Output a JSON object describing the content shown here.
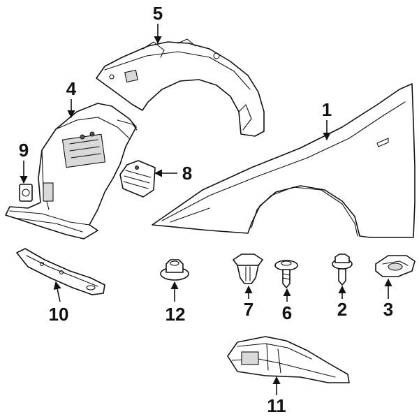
{
  "callouts": {
    "c1": "1",
    "c2": "2",
    "c3": "3",
    "c4": "4",
    "c5": "5",
    "c6": "6",
    "c7": "7",
    "c8": "8",
    "c9": "9",
    "c10": "10",
    "c11": "11",
    "c12": "12"
  },
  "icons": {
    "arrow": "arrowhead-icon"
  },
  "colors": {
    "ink": "#111111",
    "background": "#ffffff"
  }
}
